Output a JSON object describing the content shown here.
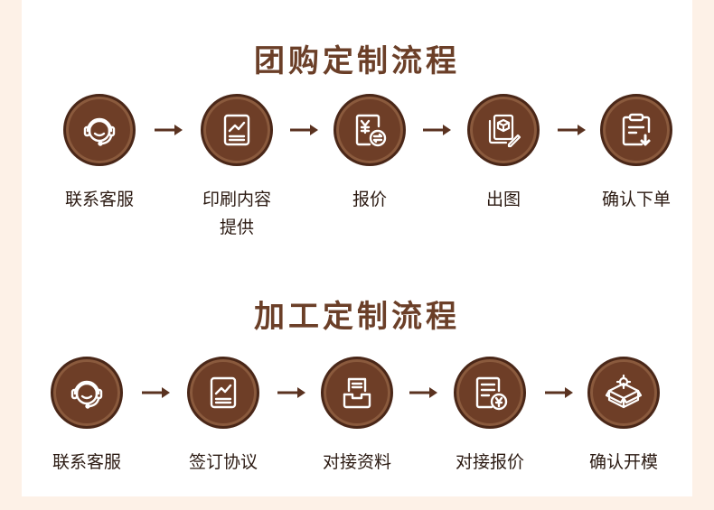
{
  "group": {
    "title": "团购定制流程",
    "steps": [
      {
        "label": "联系客服",
        "icon": "headset-icon"
      },
      {
        "label": "印刷内容\n提供",
        "icon": "document-chart-icon"
      },
      {
        "label": "报价",
        "icon": "price-quote-icon"
      },
      {
        "label": "出图",
        "icon": "design-drawing-icon"
      },
      {
        "label": "确认下单",
        "icon": "order-download-icon"
      }
    ]
  },
  "process": {
    "title": "加工定制流程",
    "steps": [
      {
        "label": "联系客服",
        "icon": "headset-icon"
      },
      {
        "label": "签订协议",
        "icon": "document-chart-icon"
      },
      {
        "label": "对接资料",
        "icon": "file-tray-icon"
      },
      {
        "label": "对接报价",
        "icon": "price-document-icon"
      },
      {
        "label": "确认开模",
        "icon": "mold-box-icon"
      }
    ]
  },
  "colors": {
    "accent": "#6e3e27",
    "title": "#6b3f28",
    "text": "#2b1a12"
  }
}
